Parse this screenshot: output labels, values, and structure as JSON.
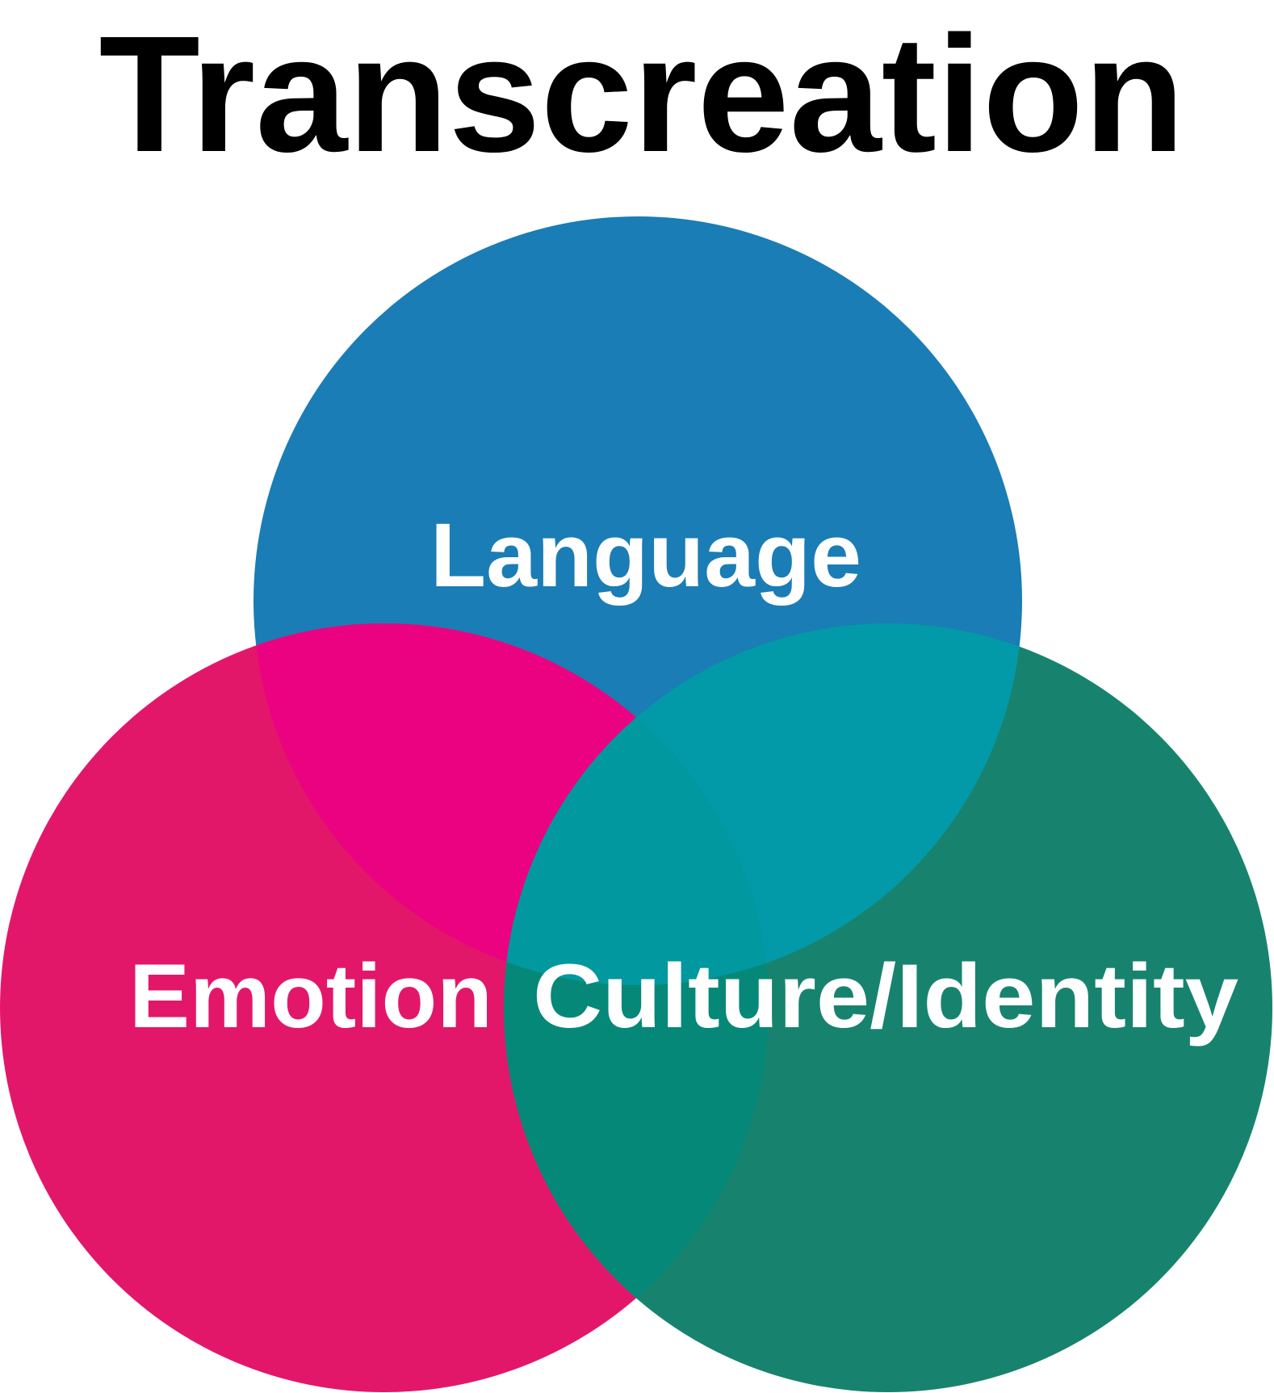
{
  "title": "Transcreation",
  "sets": [
    {
      "label": "Language",
      "color": "#1a7db5"
    },
    {
      "label": "Emotion",
      "color": "#e3176a"
    },
    {
      "label": "Culture/Identity",
      "color": "#17836f"
    }
  ],
  "overlap_colors": {
    "language_emotion": "#eb0281",
    "language_culture": "#029aa8",
    "emotion_culture": "#068878",
    "all": "#02989f"
  }
}
